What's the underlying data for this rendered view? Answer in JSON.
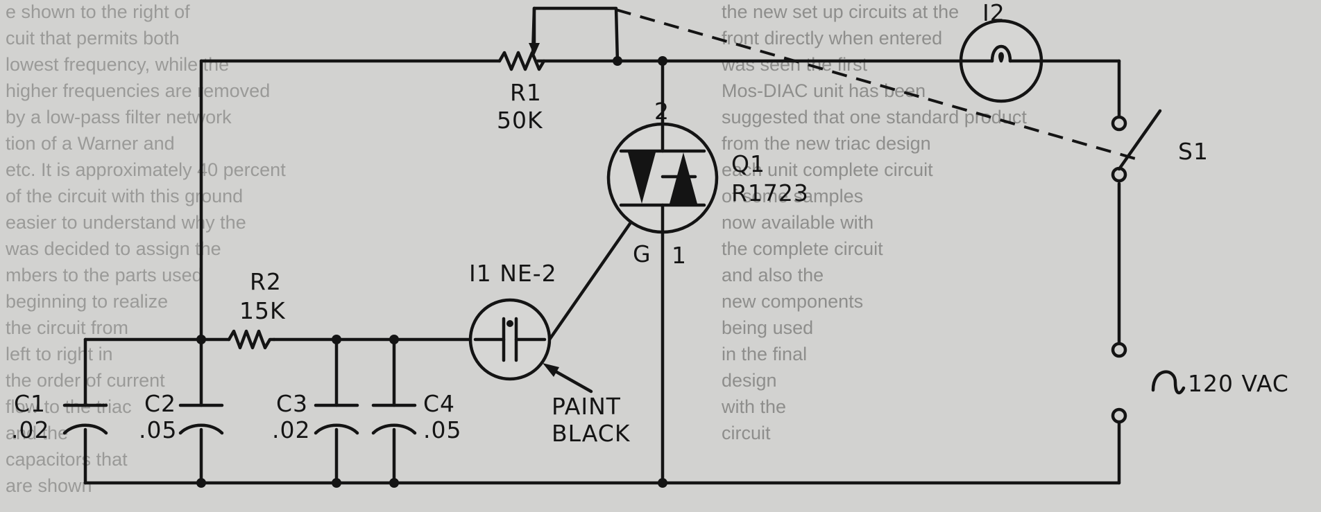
{
  "background_text": {
    "left_lines": [
      "e shown to the right of",
      "cuit that permits both",
      "lowest frequency, while the",
      "higher frequencies are removed",
      "by a low-pass filter network",
      "tion of a Warner and",
      "etc. It is approximately 40 percent",
      "of the circuit with this ground",
      "easier to understand why the",
      "was decided to assign the",
      "mbers to the parts used",
      "beginning to realize",
      "the circuit from",
      "left to right in",
      "the order of current",
      "flow to the triac",
      "and the",
      "capacitors that",
      "are shown"
    ],
    "right_lines": [
      "the new set up circuits at the",
      "front directly when entered",
      "was seen the first",
      "Mos-DIAC unit has been",
      "suggested that one standard product",
      "from the new triac design",
      "each unit complete circuit",
      "of some samples",
      "now available with",
      "the complete circuit",
      "and also the",
      "new components",
      "being used",
      "in the final",
      "design",
      "with the",
      "circuit"
    ]
  },
  "components": {
    "r1": {
      "ref": "R1",
      "value": "50K"
    },
    "r2": {
      "ref": "R2",
      "value": "15K"
    },
    "q1": {
      "ref": "Q1",
      "part": "R1723",
      "pin_2": "2",
      "pin_1": "1",
      "pin_g": "G"
    },
    "i1": {
      "label": "I1 NE-2"
    },
    "i2": {
      "ref": "I2"
    },
    "s1": {
      "ref": "S1"
    },
    "c1": {
      "ref": "C1",
      "value": ".02"
    },
    "c2": {
      "ref": "C2",
      "value": ".05"
    },
    "c3": {
      "ref": "C3",
      "value": ".02"
    },
    "c4": {
      "ref": "C4",
      "value": ".05"
    },
    "note": {
      "line1": "PAINT",
      "line2": "BLACK"
    },
    "supply": {
      "label": "120 VAC"
    }
  }
}
